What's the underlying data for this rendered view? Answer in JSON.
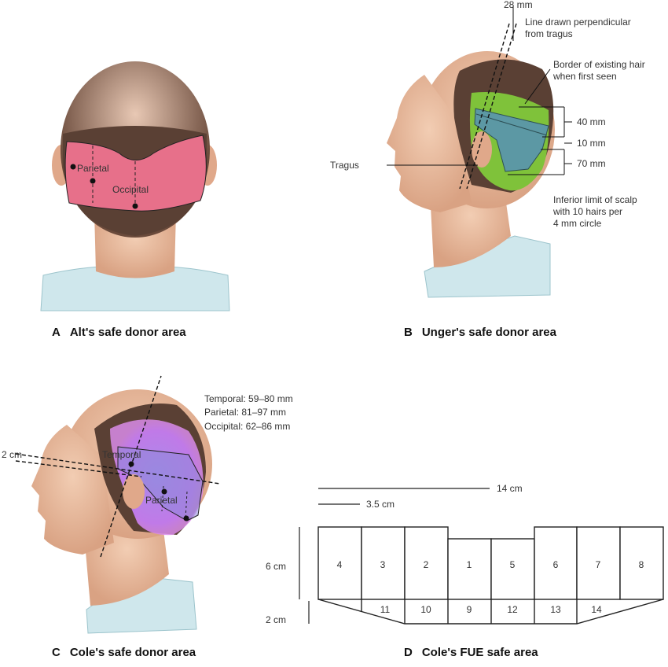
{
  "panels": {
    "a": {
      "letter": "A",
      "caption": "Alt's safe donor area",
      "labels": {
        "parietal": "Parietal",
        "occipital": "Occipital"
      }
    },
    "b": {
      "letter": "B",
      "caption": "Unger's safe donor area",
      "labels": {
        "top_measure": "28 mm",
        "perpendicular_1": "Line drawn perpendicular",
        "perpendicular_2": "from tragus",
        "border_1": "Border of existing hair",
        "border_2": "when first seen",
        "tragus": "Tragus",
        "m40": "40 mm",
        "m10": "10 mm",
        "m70": "70 mm",
        "inferior_1": "Inferior limit of scalp",
        "inferior_2": "with 10 hairs per",
        "inferior_3": "4 mm circle"
      }
    },
    "c": {
      "letter": "C",
      "caption": "Cole's safe donor area",
      "labels": {
        "temporal_range": "Temporal: 59–80 mm",
        "parietal_range": "Parietal: 81–97 mm",
        "occipital_range": "Occipital: 62–86 mm",
        "two_cm": "2 cm",
        "temporal": "Temporal",
        "parietal": "Parietal"
      }
    },
    "d": {
      "letter": "D",
      "caption": "Cole's FUE safe area",
      "labels": {
        "fourteen_cm": "14 cm",
        "three_five_cm": "3.5 cm",
        "six_cm": "6 cm",
        "two_cm": "2 cm"
      },
      "top_row": [
        "4",
        "3",
        "2",
        "1",
        "5",
        "6",
        "7",
        "8"
      ],
      "bottom_row": [
        "11",
        "10",
        "9",
        "12",
        "13",
        "14"
      ]
    }
  },
  "colors": {
    "skin": "#e6b79a",
    "hair": "#5a4034",
    "shirt": "#cfe7ec",
    "alt_zone": "#e7708a",
    "unger_hair_zone": "#7fc23a",
    "unger_donor_zone": "#5c98a4",
    "cole_zone": "#b67be6"
  }
}
